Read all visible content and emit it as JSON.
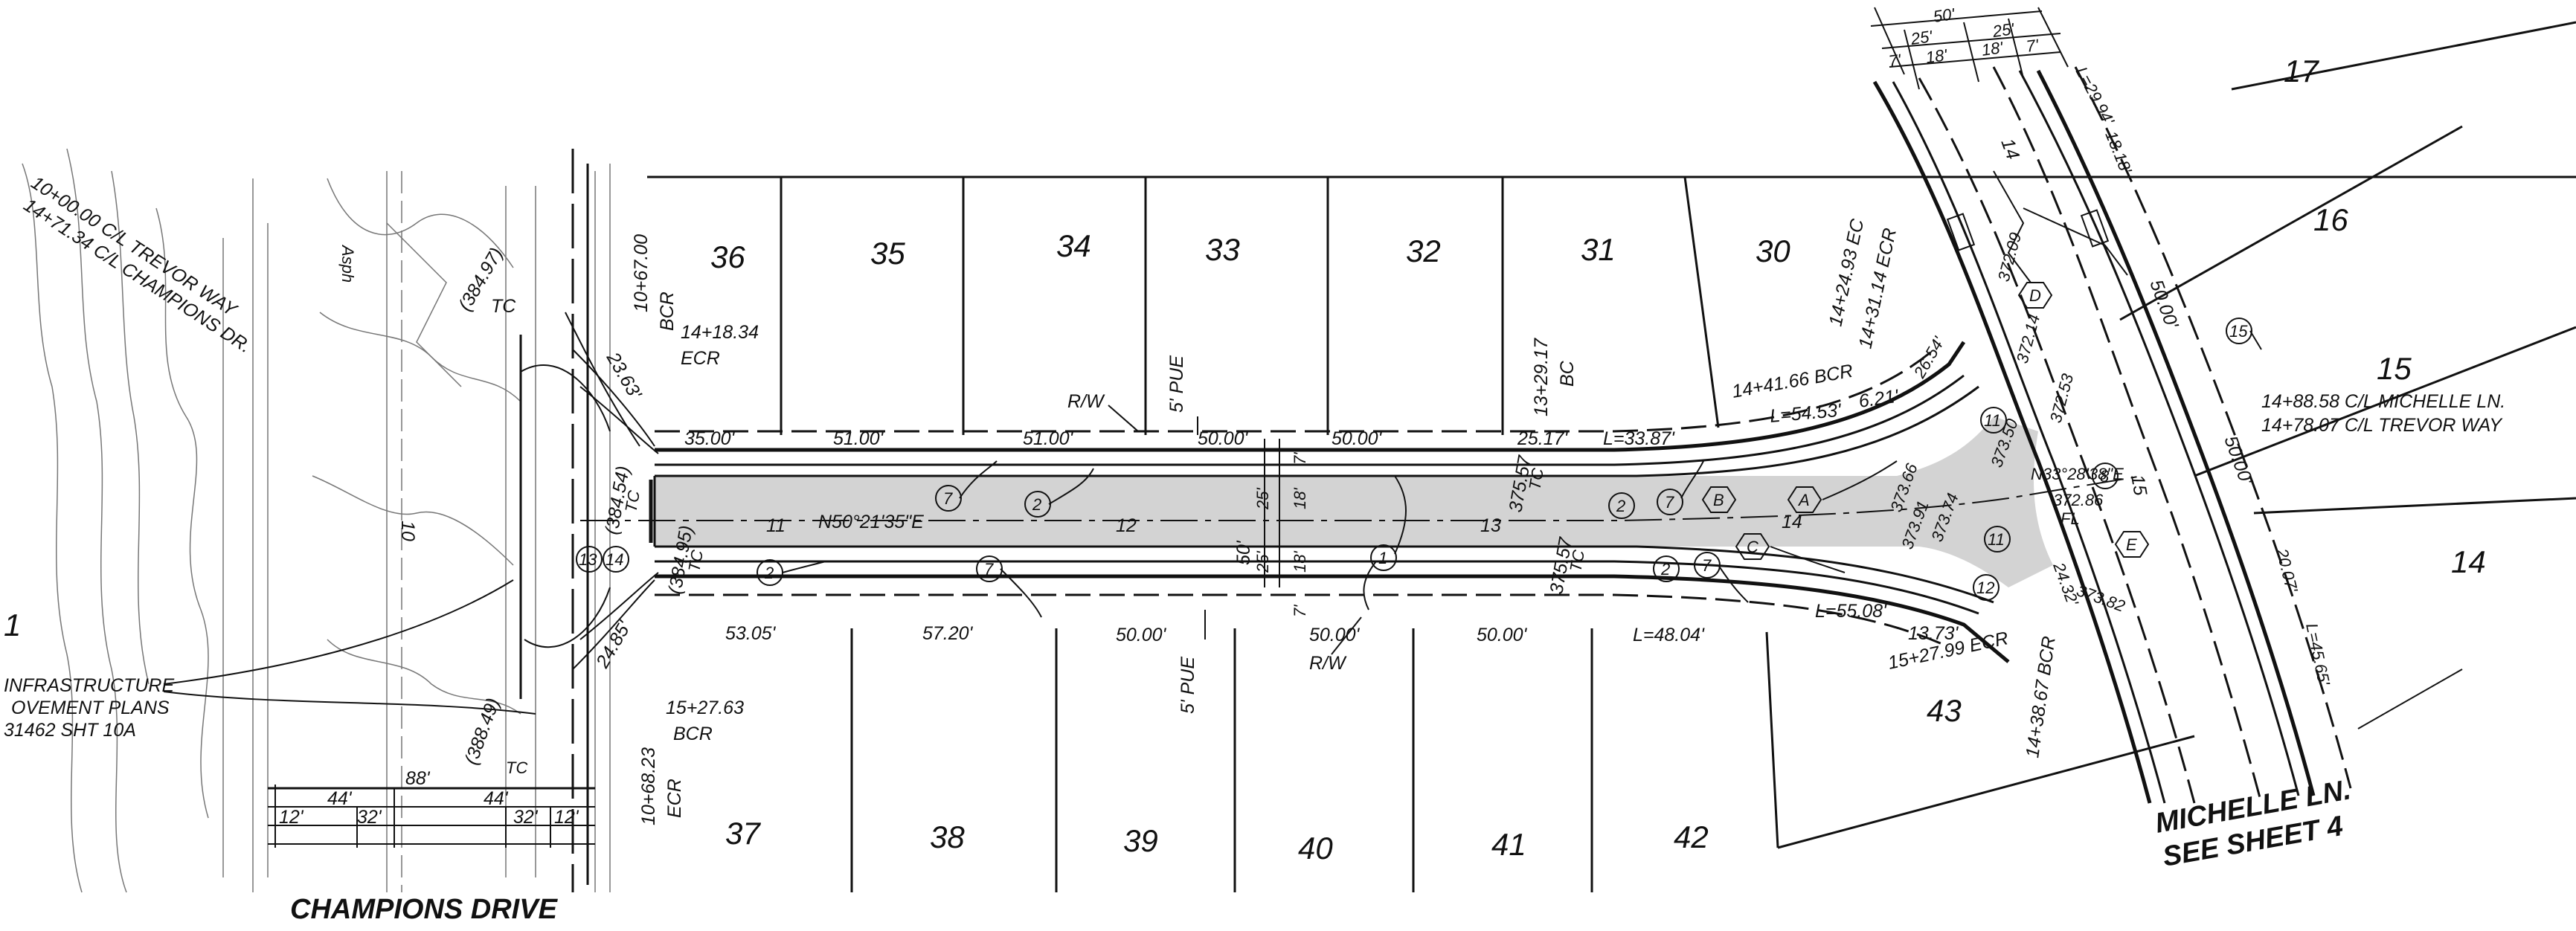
{
  "lots": [
    "36",
    "35",
    "34",
    "33",
    "32",
    "31",
    "30",
    "17",
    "16",
    "15",
    "14",
    "37",
    "38",
    "39",
    "40",
    "41",
    "42",
    "43",
    "1"
  ],
  "streets": {
    "champions": "CHAMPIONS DRIVE",
    "michelle_l1": "MICHELLE LN.",
    "michelle_l2": "SEE SHEET 4"
  },
  "note": {
    "l1": "INFRASTRUCTURE",
    "l2": "OVEMENT PLANS",
    "l3": "31462 SHT 10A"
  },
  "stations": {
    "cl_trevor": "10+00.00 C/L TREVOR WAY",
    "cl_champions": "14+71.34 C/L CHAMPIONS DR.",
    "bcr_10_67": "10+67.00",
    "bcr_label": "BCR",
    "ecr_14_18": "14+18.34",
    "ecr_label": "ECR",
    "ecr_14_31": "14+31.14 ECR",
    "ec_14_24": "14+24.93 EC",
    "bcr_14_41": "14+41.66 BCR",
    "bc_13_29": "13+29.17",
    "bc_label": "BC",
    "cl_michelle": "14+88.58 C/L MICHELLE LN.",
    "cl_trevor2": "14+78.07 C/L TREVOR WAY",
    "bcr_15_27": "15+27.63",
    "bcr_label2": "BCR",
    "ecr_10_68": "10+68.23",
    "ecr_label2": "ECR",
    "ecr_15_27": "15+27.99 ECR",
    "bcr_14_38": "14+38.67 BCR",
    "sta_11": "11",
    "sta_12": "12",
    "sta_13": "13",
    "sta_14": "14",
    "sta_15": "15",
    "sta_14b": "14",
    "sta_10": "10"
  },
  "dims": {
    "d35_top": "35.00'",
    "d51a": "51.00'",
    "d51b": "51.00'",
    "d50a": "50.00'",
    "d50b": "50.00'",
    "d25_17": "25.17'",
    "l33_87": "L=33.87'",
    "l54_53": "L=54.53'",
    "d6_21": "6.21'",
    "d53_05": "53.05'",
    "d57_20": "57.20'",
    "d50c": "50.00'",
    "d50d": "50.00'",
    "d50e": "50.00'",
    "l48_04": "L=48.04'",
    "l55_08": "L=55.08'",
    "d13_73": "13.73'",
    "d23_63": "23.63'",
    "d24_85": "24.85'",
    "d88": "88'",
    "d44a": "44'",
    "d44b": "44'",
    "d12a": "12'",
    "d32a": "32'",
    "d32b": "32'",
    "d12b": "12'",
    "d50_top": "50'",
    "d25_top": "25'",
    "d25_top2": "25'",
    "d7a": "7'",
    "d18a": "18'",
    "d18b": "18'",
    "d7b": "7'",
    "d50_vert": "50'",
    "d25_up": "25'",
    "d25_dn": "25'",
    "d18_up": "18'",
    "d18_dn": "18'",
    "d7_up": "7'",
    "d7_dn": "7'",
    "d50_ml": "50.00'",
    "d50_ml2": "50.00'",
    "l29_94": "L=29.94'",
    "l18_18": "18.18'",
    "d20_07": "20.07'",
    "l45_65": "L=45.65'",
    "d26_54": "26.54'",
    "d24_32": "24.32'"
  },
  "grades": {
    "g384_97": "(384.97)",
    "g384_54": "(384.54)",
    "g384_95": "(384.95)",
    "g388_49": "(388.49)",
    "g375_57a": "375.57",
    "g375_57b": "375.57",
    "g373_66": "373.66",
    "g373_91": "373.91",
    "g373_74": "373.74",
    "g373_50": "373.50",
    "g372_09": "372.09",
    "g372_14": "372.14",
    "g372_53": "372.53",
    "g372_86": "372.86",
    "g373_82": "373.82",
    "tc": "TC",
    "fl": "FL"
  },
  "labels": {
    "rw_top": "R/W",
    "rw_bot": "R/W",
    "pue_top": "5' PUE",
    "pue_bot": "5' PUE",
    "bearing": "N50°21'35\"E",
    "bearing2": "N33°28'38\"E",
    "asph": "Asph"
  },
  "bubbles": {
    "circles": [
      "7",
      "2",
      "7",
      "2",
      "1",
      "2",
      "7",
      "2",
      "7",
      "2",
      "13",
      "14",
      "11",
      "11",
      "8",
      "12",
      "15"
    ],
    "hexagons": [
      "A",
      "B",
      "C",
      "D",
      "E"
    ]
  }
}
